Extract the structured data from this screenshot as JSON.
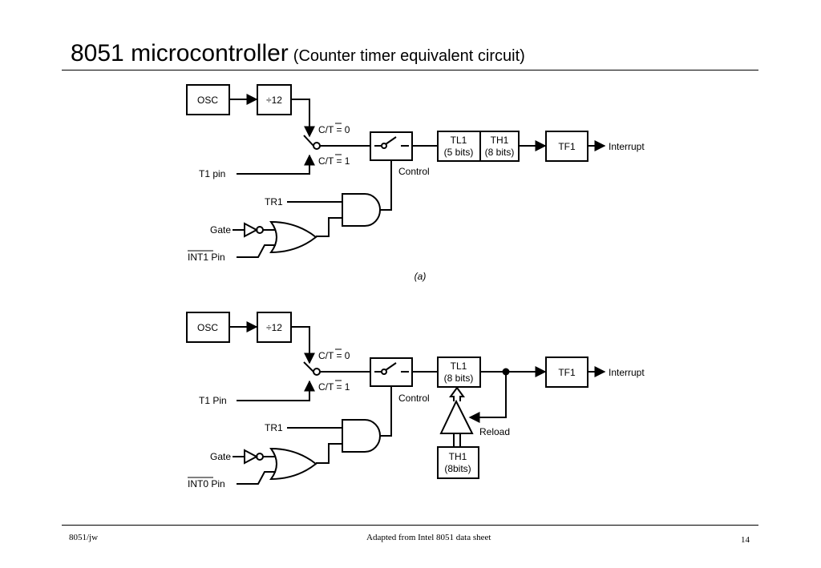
{
  "slide": {
    "title": "8051 microcontroller",
    "subtitle": "(Counter timer equivalent circuit)"
  },
  "footer": {
    "left": "8051/jw",
    "center": "Adapted from Intel 8051 data sheet",
    "page_number": "14"
  },
  "diagram_a": {
    "osc": "OSC",
    "div12": "÷12",
    "ct0": "C/T = 0",
    "ct1": "C/T = 1",
    "t1_pin": "T1 pin",
    "control": "Control",
    "tl1": "TL1",
    "tl1_bits": "(5 bits)",
    "th1": "TH1",
    "th1_bits": "(8 bits)",
    "tf1": "TF1",
    "interrupt": "Interrupt",
    "tr1": "TR1",
    "gate": "Gate",
    "int_pin": "INT1 Pin",
    "caption": "(a)"
  },
  "diagram_b": {
    "osc": "OSC",
    "div12": "÷12",
    "ct0": "C/T = 0",
    "ct1": "C/T = 1",
    "t1_pin": "T1 Pin",
    "control": "Control",
    "tl1": "TL1",
    "tl1_bits": "(8 bits)",
    "tf1": "TF1",
    "interrupt": "Interrupt",
    "reload": "Reload",
    "th1": "TH1",
    "th1_bits": "(8bits)",
    "tr1": "TR1",
    "gate": "Gate",
    "int_pin": "INT0 Pin"
  }
}
